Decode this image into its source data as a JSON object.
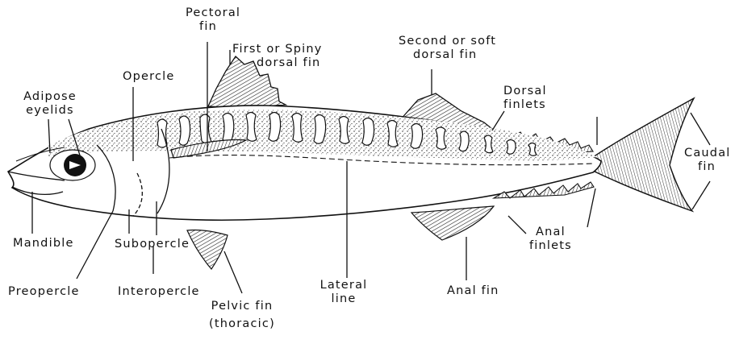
{
  "labels": {
    "pectoral_fin": [
      "Pectoral",
      "fin"
    ],
    "first_dorsal": [
      "First or Spiny",
      "dorsal fin"
    ],
    "second_dorsal": [
      "Second or soft",
      "dorsal fin"
    ],
    "dorsal_finlets": [
      "Dorsal",
      "finlets"
    ],
    "caudal_fin": [
      "Caudal",
      "fin"
    ],
    "adipose_eyelids": [
      "Adipose",
      "eyelids"
    ],
    "opercle": "Opercle",
    "mandible": "Mandible",
    "preopercle": "Preopercle",
    "subopercle": "Subopercle",
    "interopercle": "Interopercle",
    "pelvic_fin": [
      "Pelvic fin",
      "(thoracic)"
    ],
    "lateral_line": [
      "Lateral",
      "line"
    ],
    "anal_fin": "Anal fin",
    "anal_finlets": [
      "Anal",
      "finlets"
    ]
  }
}
